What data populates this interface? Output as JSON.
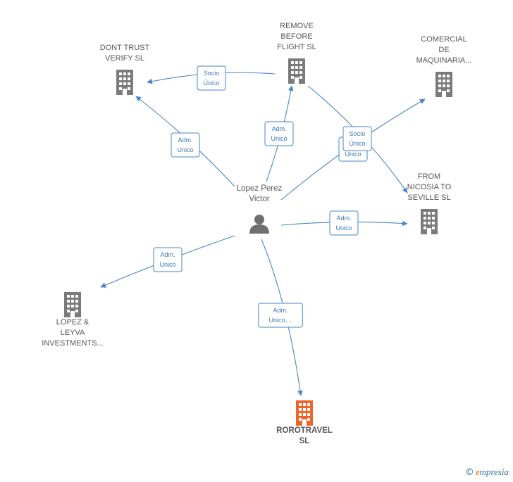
{
  "colors": {
    "building": "#7b7b7b",
    "building_accent": "#f0662a",
    "edge": "#4a86c8",
    "person": "#6f6f6f"
  },
  "person": {
    "lines": [
      "Lopez Perez",
      "Victor"
    ],
    "icon": "person-icon"
  },
  "companies": [
    {
      "id": "dont-trust-verify",
      "lines": [
        "DONT TRUST",
        "VERIFY  SL"
      ],
      "icon": "building-icon",
      "accent": false
    },
    {
      "id": "remove-before-flight",
      "lines": [
        "REMOVE",
        "BEFORE",
        "FLIGHT  SL"
      ],
      "icon": "building-icon",
      "accent": false
    },
    {
      "id": "comercial-de-maquinaria",
      "lines": [
        "COMERCIAL",
        "DE",
        "MAQUINARIA..."
      ],
      "icon": "building-icon",
      "accent": false
    },
    {
      "id": "from-nicosia-to-seville",
      "lines": [
        "FROM",
        "NICOSIA TO",
        "SEVILLE  SL"
      ],
      "icon": "building-icon",
      "accent": false
    },
    {
      "id": "lopez-leyva-investments",
      "lines": [
        "LOPEZ &",
        "LEYVA",
        "INVESTMENTS..."
      ],
      "icon": "building-icon",
      "accent": false
    },
    {
      "id": "rorotravel",
      "lines": [
        "ROROTRAVEL",
        "SL"
      ],
      "icon": "building-icon",
      "accent": true
    }
  ],
  "edges": [
    {
      "id": "remove-to-dont",
      "lines": [
        "Socio",
        "Único"
      ]
    },
    {
      "id": "person-to-dont",
      "lines": [
        "Adm.",
        "Unico"
      ]
    },
    {
      "id": "person-to-remove",
      "lines": [
        "Adm.",
        "Unico"
      ]
    },
    {
      "id": "remove-to-from",
      "lines": [
        "Adm.",
        "Unico"
      ]
    },
    {
      "id": "person-to-comercial",
      "lines": [
        "Socio",
        "Único"
      ]
    },
    {
      "id": "person-to-from",
      "lines": [
        "Adm.",
        "Unico"
      ]
    },
    {
      "id": "person-to-lopez",
      "lines": [
        "Adm.",
        "Unico"
      ]
    },
    {
      "id": "person-to-rorotravel",
      "lines": [
        "Adm.",
        "Unico,..."
      ]
    }
  ],
  "brand": {
    "copyright": "©",
    "name_initial": "e",
    "name_rest": "mpresia"
  }
}
